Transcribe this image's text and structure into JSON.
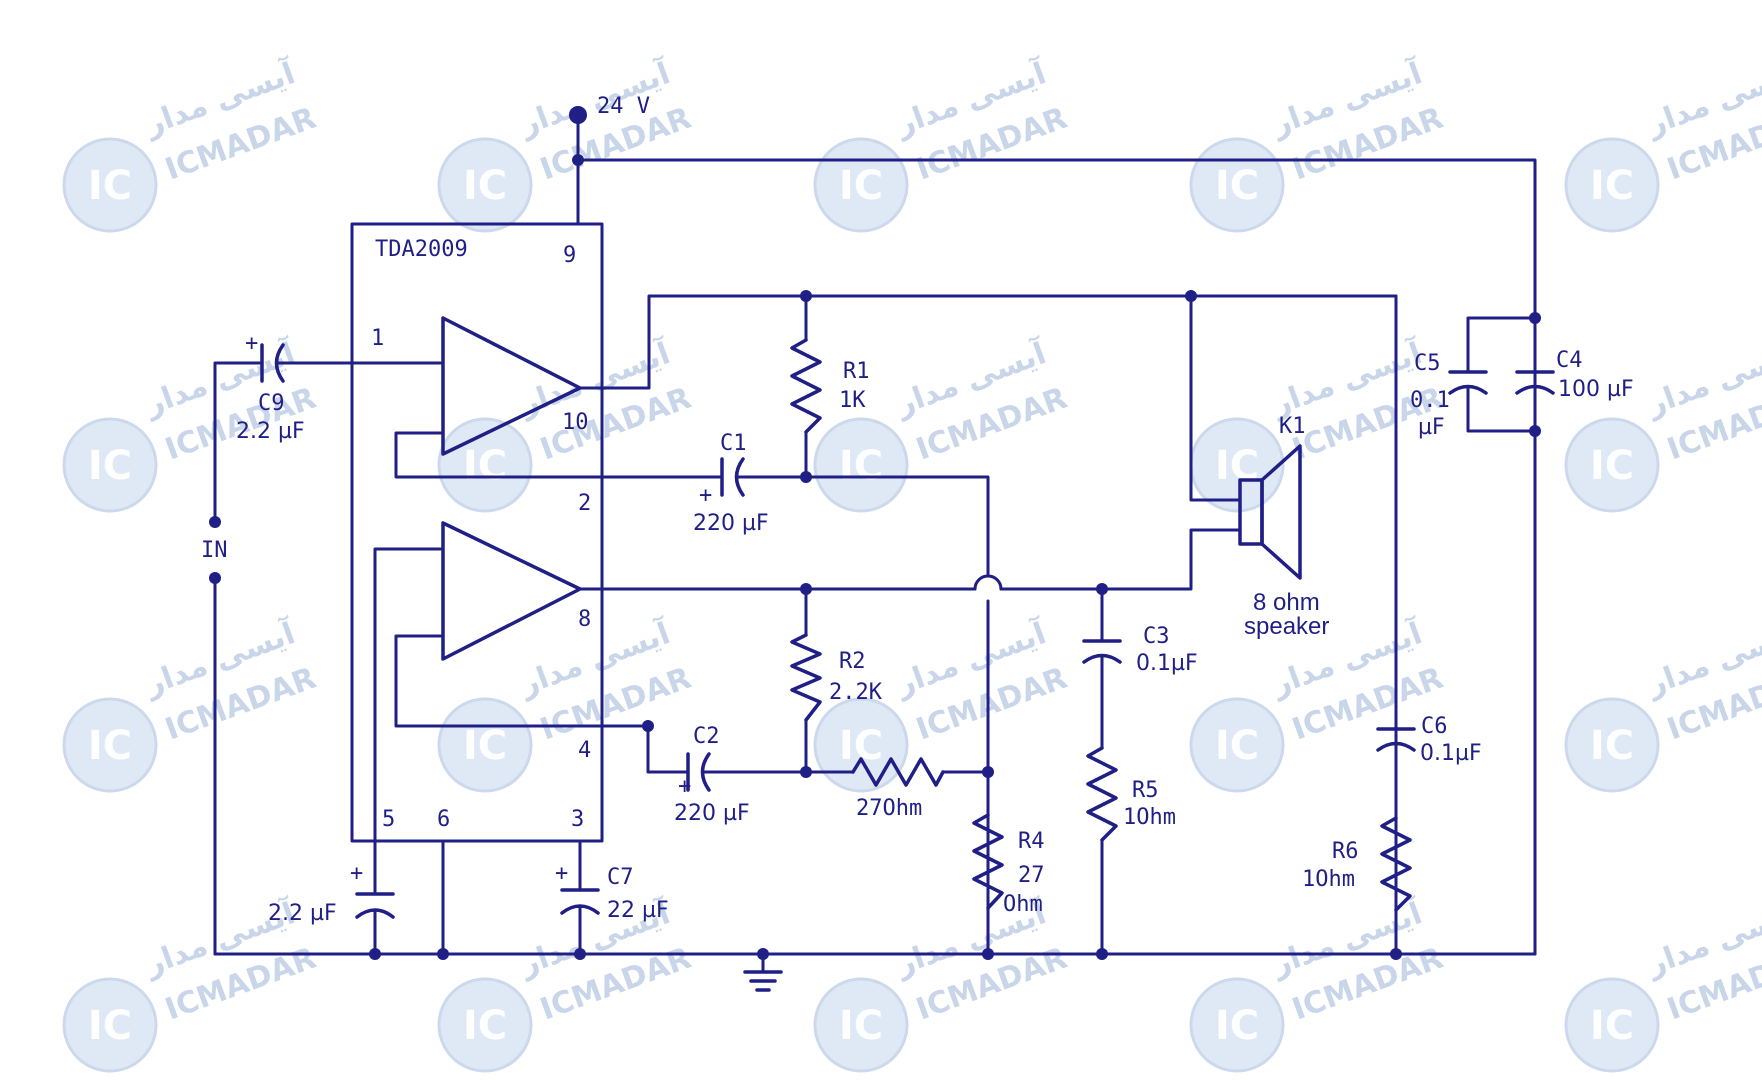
{
  "watermark": {
    "latin": "ICMADAR",
    "persian": "آیسی مدار",
    "logo": "IC"
  },
  "supply": {
    "label": "24 V"
  },
  "ic": {
    "name": "TDA2009",
    "pins": {
      "p1": "1",
      "p2": "2",
      "p3": "3",
      "p4": "4",
      "p5": "5",
      "p6": "6",
      "p8": "8",
      "p9": "9",
      "p10": "10"
    }
  },
  "input": {
    "label": "IN"
  },
  "components": {
    "c9": {
      "name": "C9",
      "value": "2.2 µF"
    },
    "c1": {
      "name": "C1",
      "value": "220 µF"
    },
    "c2": {
      "name": "C2",
      "value": "220 µF"
    },
    "c3": {
      "name": "C3",
      "value": "0.1µF"
    },
    "c4": {
      "name": "C4",
      "value": "100 µF"
    },
    "c5": {
      "name": "C5",
      "value_line1": "0.1",
      "value_line2": "µF"
    },
    "c6": {
      "name": "C6",
      "value": "0.1µF"
    },
    "c7": {
      "name": "C7",
      "value": "22 µF"
    },
    "c_pin5": {
      "value": "2.2 µF"
    },
    "r1": {
      "name": "R1",
      "value": "1K"
    },
    "r2": {
      "name": "R2",
      "value": "2.2K"
    },
    "r3": {
      "value": "27Ohm"
    },
    "r4": {
      "name": "R4",
      "value_line1": "27",
      "value_line2": "Ohm"
    },
    "r5": {
      "name": "R5",
      "value": "1Ohm"
    },
    "r6": {
      "name": "R6",
      "value": "1Ohm"
    },
    "k1": {
      "name": "K1",
      "line1": "8 ohm",
      "line2": "speaker"
    }
  },
  "plus_sign": "+",
  "colors": {
    "ink": "#1f1f86",
    "watermark": "#c9d6ea"
  }
}
